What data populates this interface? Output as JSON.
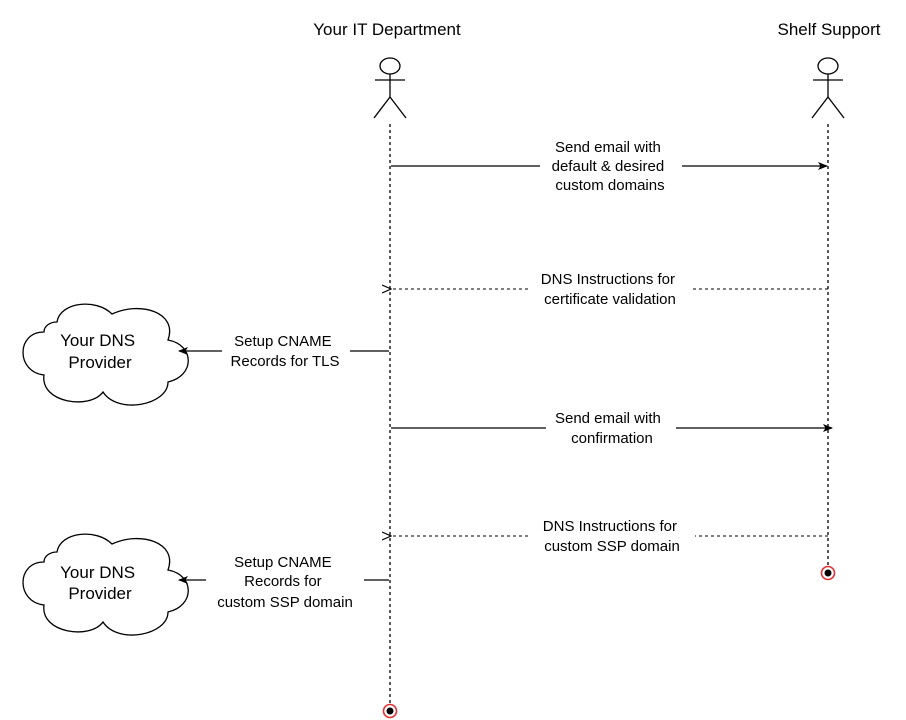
{
  "actors": {
    "it_department": "Your IT Department",
    "shelf_support": "Shelf Support"
  },
  "messages": [
    {
      "lines": [
        "Send email with",
        "default & desired",
        "custom domains"
      ]
    },
    {
      "lines": [
        "DNS Instructions for",
        "certificate validation"
      ]
    },
    {
      "lines": [
        "Setup CNAME",
        "Records for TLS"
      ]
    },
    {
      "lines": [
        "Send email with",
        "confirmation"
      ]
    },
    {
      "lines": [
        "DNS Instructions for",
        "custom SSP domain"
      ]
    },
    {
      "lines": [
        "Setup CNAME",
        "Records for",
        "custom SSP domain"
      ]
    }
  ],
  "providers": [
    {
      "lines": [
        "Your DNS",
        "Provider"
      ]
    },
    {
      "lines": [
        "Your DNS",
        "Provider"
      ]
    }
  ],
  "colors": {
    "line": "#000000",
    "terminator": "#e03030"
  }
}
